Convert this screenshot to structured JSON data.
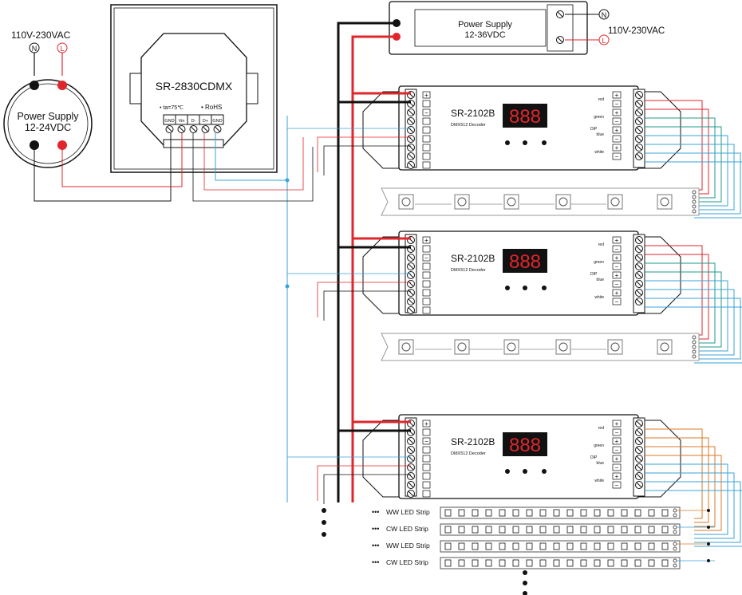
{
  "mains_supply": {
    "input": "110V-230VAC",
    "neutral": "N",
    "line": "L",
    "label_line1": "Power Supply",
    "label_line2": "12-24VDC"
  },
  "dmx_panel": {
    "model": "SR-2830CDMX",
    "temp": "• ta=75℃",
    "rohs": "• RoHS",
    "terminals": [
      "GND",
      "Vin",
      "D-",
      "D+",
      "GND"
    ]
  },
  "top_supply": {
    "label_line1": "Power Supply",
    "label_line2": "12-36VDC",
    "input": "110V-230VAC"
  },
  "decoder": {
    "model": "SR-2102B",
    "subtitle": "DMX512 Decoder",
    "display": "888",
    "out_labels": [
      "red",
      "green",
      "blue",
      "white"
    ],
    "dip": "DIP"
  },
  "strips": [
    {
      "label": "WW LED Strip"
    },
    {
      "label": "CW LED Strip"
    },
    {
      "label": "WW LED Strip"
    },
    {
      "label": "CW LED Strip"
    }
  ],
  "colors": {
    "red": "#e0262b",
    "black": "#111111",
    "blue": "#3aa3d8",
    "teal": "#1f9b8a",
    "orange": "#d97b2a",
    "purple": "#7a3fa0"
  }
}
